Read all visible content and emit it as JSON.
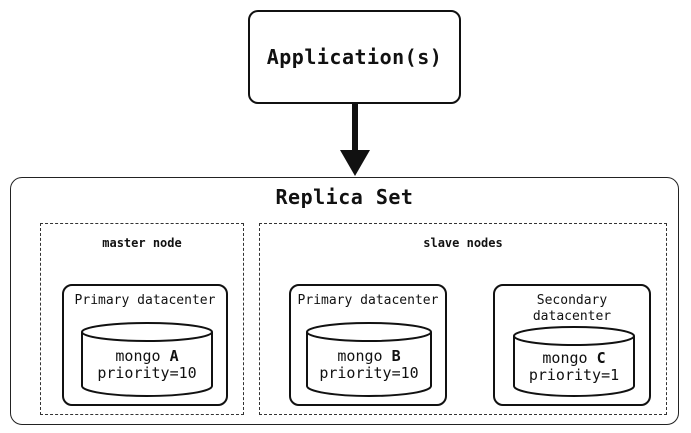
{
  "application": {
    "label": "Application(s)"
  },
  "replica_set": {
    "title": "Replica Set",
    "groups": {
      "master": {
        "label": "master node"
      },
      "slave": {
        "label": "slave nodes"
      }
    },
    "datacenters": [
      {
        "label": "Primary datacenter",
        "db": {
          "name": "mongo",
          "letter": "A",
          "priority": "priority=10"
        }
      },
      {
        "label": "Primary datacenter",
        "db": {
          "name": "mongo",
          "letter": "B",
          "priority": "priority=10"
        }
      },
      {
        "label": "Secondary datacenter",
        "db": {
          "name": "mongo",
          "letter": "C",
          "priority": "priority=1"
        }
      }
    ]
  }
}
